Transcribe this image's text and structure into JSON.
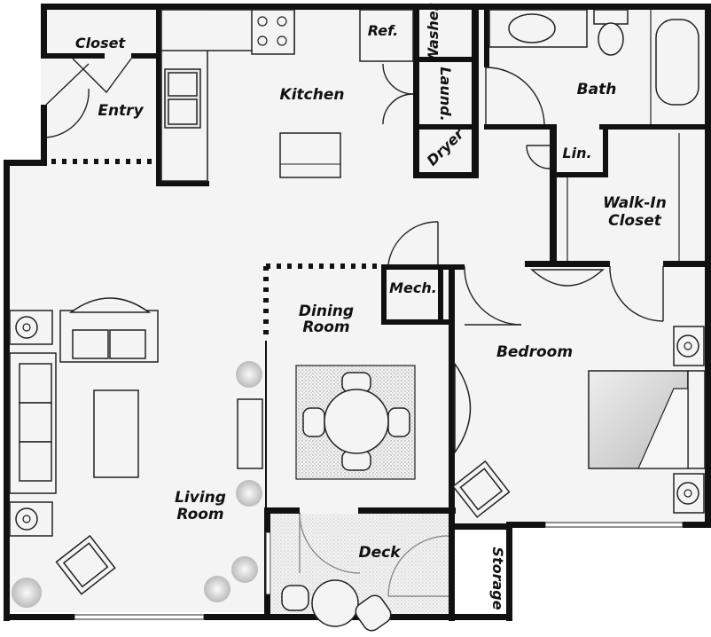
{
  "rooms": {
    "closet": "Closet",
    "entry": "Entry",
    "kitchen": "Kitchen",
    "refrigerator": "Ref.",
    "washer": "Washer",
    "laundry": "Laund.",
    "dryer": "Dryer",
    "bath": "Bath",
    "linen": "Lin.",
    "walk_in_closet_line1": "Walk-In",
    "walk_in_closet_line2": "Closet",
    "mechanical": "Mech.",
    "dining_line1": "Dining",
    "dining_line2": "Room",
    "bedroom": "Bedroom",
    "living_line1": "Living",
    "living_line2": "Room",
    "deck": "Deck",
    "storage": "Storage"
  }
}
